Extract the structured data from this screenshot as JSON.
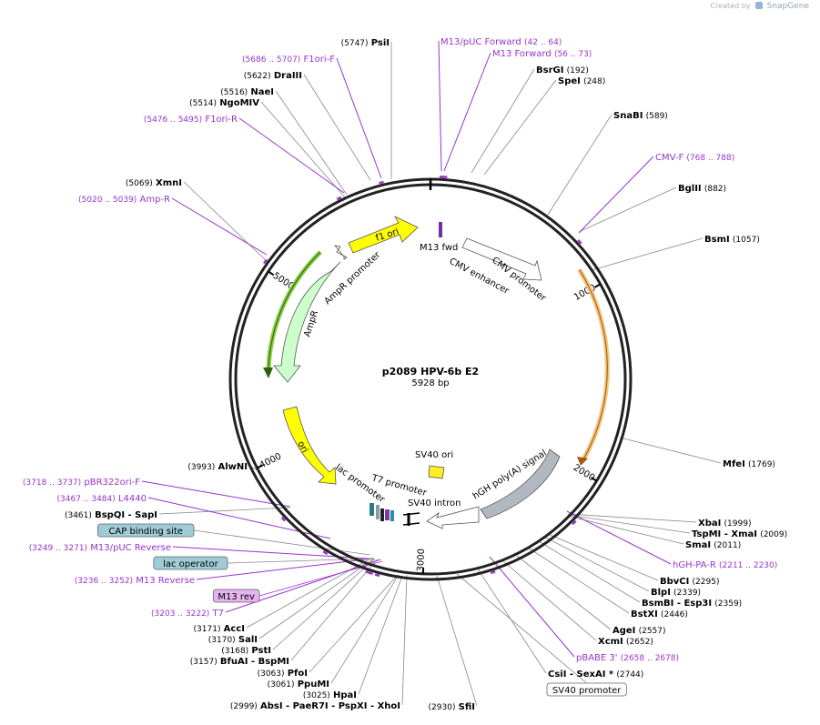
{
  "credit": {
    "prefix": "Created by",
    "brand": "SnapGene"
  },
  "plasmid": {
    "name": "p2089 HPV-6b E2",
    "size_label": "5928 bp",
    "length": 5928
  },
  "ticks": [
    "1000",
    "2000",
    "3000",
    "4000",
    "5000"
  ],
  "sites": [
    {
      "pos": "(5747)",
      "name": "PsiI"
    },
    {
      "pos": "(5622)",
      "name": "DraIII"
    },
    {
      "pos": "(5516)",
      "name": "NaeI"
    },
    {
      "pos": "(5514)",
      "name": "NgoMIV"
    },
    {
      "pos": "(5069)",
      "name": "XmnI"
    },
    {
      "pos": "(3993)",
      "name": "AlwNI"
    },
    {
      "pos": "(3461)",
      "name": "BspQI - SapI"
    },
    {
      "pos": "(3171)",
      "name": "AccI"
    },
    {
      "pos": "(3170)",
      "name": "SalI"
    },
    {
      "pos": "(3168)",
      "name": "PstI"
    },
    {
      "pos": "(3157)",
      "name": "BfuAI - BspMI"
    },
    {
      "pos": "(3063)",
      "name": "PfoI"
    },
    {
      "pos": "(3061)",
      "name": "PpuMI"
    },
    {
      "pos": "(3025)",
      "name": "HpaI"
    },
    {
      "pos": "(2999)",
      "name": "AbsI - PaeR7I - PspXI - XhoI"
    },
    {
      "pos": "(2930)",
      "name": "SfiI"
    },
    {
      "pos": "(192)",
      "name": "BsrGI"
    },
    {
      "pos": "(248)",
      "name": "SpeI"
    },
    {
      "pos": "(589)",
      "name": "SnaBI"
    },
    {
      "pos": "(882)",
      "name": "BglII"
    },
    {
      "pos": "(1057)",
      "name": "BsmI"
    },
    {
      "pos": "(1769)",
      "name": "MfeI"
    },
    {
      "pos": "(1999)",
      "name": "XbaI"
    },
    {
      "pos": "(2009)",
      "name": "TspMI - XmaI"
    },
    {
      "pos": "(2011)",
      "name": "SmaI"
    },
    {
      "pos": "(2295)",
      "name": "BbvCI"
    },
    {
      "pos": "(2339)",
      "name": "BlpI"
    },
    {
      "pos": "(2359)",
      "name": "BsmBI - Esp3I"
    },
    {
      "pos": "(2446)",
      "name": "BstXI"
    },
    {
      "pos": "(2557)",
      "name": "AgeI"
    },
    {
      "pos": "(2652)",
      "name": "XcmI"
    },
    {
      "pos": "(2744)",
      "name": "CsiI - SexAI *"
    }
  ],
  "primers": [
    {
      "range": "(5686 .. 5707)",
      "name": "F1ori-F"
    },
    {
      "range": "(5476 .. 5495)",
      "name": "F1ori-R"
    },
    {
      "range": "(5020 .. 5039)",
      "name": "Amp-R"
    },
    {
      "range": "(3718 .. 3737)",
      "name": "pBR322ori-F"
    },
    {
      "range": "(3467 .. 3484)",
      "name": "L4440"
    },
    {
      "range": "(3249 .. 3271)",
      "name": "M13/pUC Reverse"
    },
    {
      "range": "(3236 .. 3252)",
      "name": "M13 Reverse"
    },
    {
      "range": "(3203 .. 3222)",
      "name": "T7"
    },
    {
      "range": "(42 .. 64)",
      "name": "M13/pUC Forward"
    },
    {
      "range": "(56 .. 73)",
      "name": "M13 Forward"
    },
    {
      "range": "(768 .. 788)",
      "name": "CMV-F"
    },
    {
      "range": "(2211 .. 2230)",
      "name": "hGH-PA-R"
    },
    {
      "range": "(2658 .. 2678)",
      "name": "pBABE 3'"
    }
  ],
  "boxed_features": [
    "CAP binding site",
    "lac operator",
    "M13 rev",
    "SV40 promoter"
  ],
  "features": [
    "f1 ori",
    "AmpR promoter",
    "AmpR",
    "M13 fwd",
    "CMV enhancer",
    "CMV promoter",
    "ori",
    "lac promoter",
    "T7 promoter",
    "SV40 ori",
    "SV40 intron",
    "hGH poly(A) signal"
  ],
  "colors": {
    "backbone": "#222222",
    "enzyme": "#000000",
    "primer": "#9933cc",
    "leader": "#888888",
    "cap_box": "#9ecbd6",
    "lac_box": "#9ecbd6",
    "m13_box": "#e5b3ef",
    "f1ori": "#ffff00",
    "ori": "#ffff00",
    "ampr": "#ccffcc",
    "promoter": "#ffffff",
    "polyA": "#b2b8bf",
    "sv40ori": "#ffee22",
    "m13fwd_prim": "#6f2f9f",
    "orange_arc": "#f5c27a",
    "green_arc": "#88cc44"
  }
}
